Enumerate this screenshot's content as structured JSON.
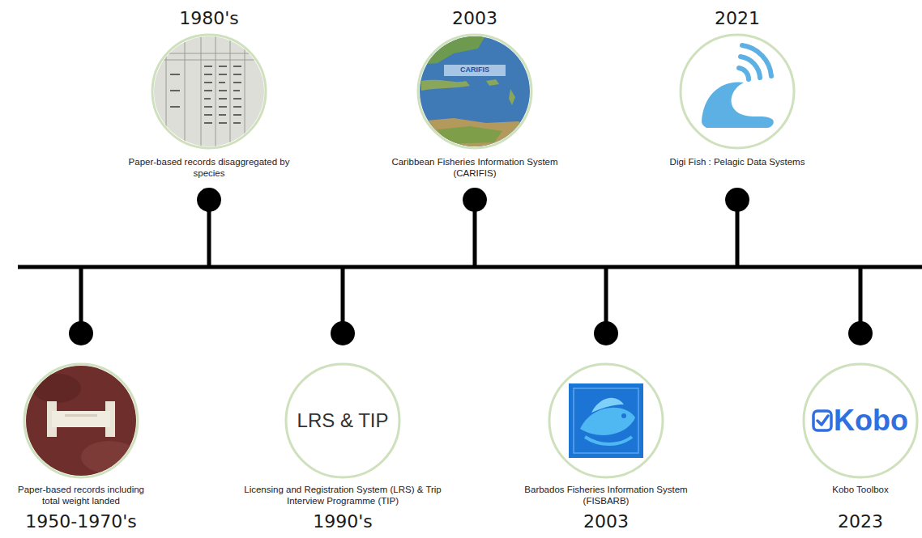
{
  "diagram": {
    "nodes": [
      {
        "text": [
          "Paper-based records including total weight landed",
          "1950-1970's"
        ]
      },
      {
        "text": [
          "1980's",
          "Paper-based records disaggregated by species"
        ]
      },
      {
        "text": [
          "LRS & TIP",
          "Licensing and Registration System (LRS) & Trip Interview Programme (TIP)",
          "1990's"
        ]
      },
      {
        "text": [
          "2003",
          "CARIFIS",
          "Caribbean Fisheries Information System (CARIFIS)"
        ]
      },
      {
        "text": [
          "Barbados Fisheries Information System (FISBARB)",
          "2003"
        ]
      },
      {
        "text": [
          "2021",
          "Digi Fish : Pelagic Data Systems"
        ]
      },
      {
        "text": [
          "Kobo",
          "Kobo Toolbox",
          "2023"
        ]
      }
    ]
  }
}
